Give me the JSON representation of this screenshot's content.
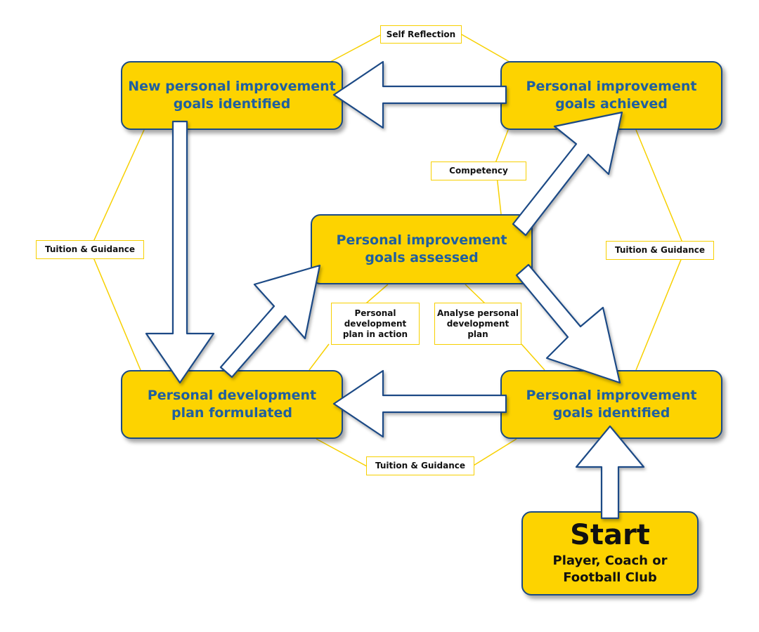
{
  "nodes": {
    "new_goals": {
      "lines": [
        "New personal improvement",
        "goals identified"
      ]
    },
    "achieved": {
      "lines": [
        "Personal improvement",
        "goals achieved"
      ]
    },
    "assessed": {
      "lines": [
        "Personal improvement",
        "goals assessed"
      ]
    },
    "plan": {
      "lines": [
        "Personal development",
        "plan formulated"
      ]
    },
    "identified": {
      "lines": [
        "Personal improvement",
        "goals identified"
      ]
    },
    "start": {
      "title": "Start",
      "lines": [
        "Player, Coach or",
        "Football Club"
      ]
    }
  },
  "labels": {
    "self_reflection": {
      "lines": [
        "Self Reflection"
      ]
    },
    "competency": {
      "lines": [
        "Competency"
      ]
    },
    "tuition_left": {
      "lines": [
        "Tuition & Guidance"
      ]
    },
    "tuition_right": {
      "lines": [
        "Tuition & Guidance"
      ]
    },
    "tuition_bottom": {
      "lines": [
        "Tuition & Guidance"
      ]
    },
    "plan_in_action": {
      "lines": [
        "Personal",
        "development",
        "plan in action"
      ]
    },
    "analyse_plan": {
      "lines": [
        "Analyse personal",
        "development",
        "plan"
      ]
    }
  },
  "colors": {
    "box_fill": "#fdd300",
    "box_border": "#1a4a85",
    "box_text": "#1f5fa0",
    "connector": "#f7d000",
    "arrow_fill": "#ffffff",
    "arrow_stroke": "#1a4a85"
  }
}
